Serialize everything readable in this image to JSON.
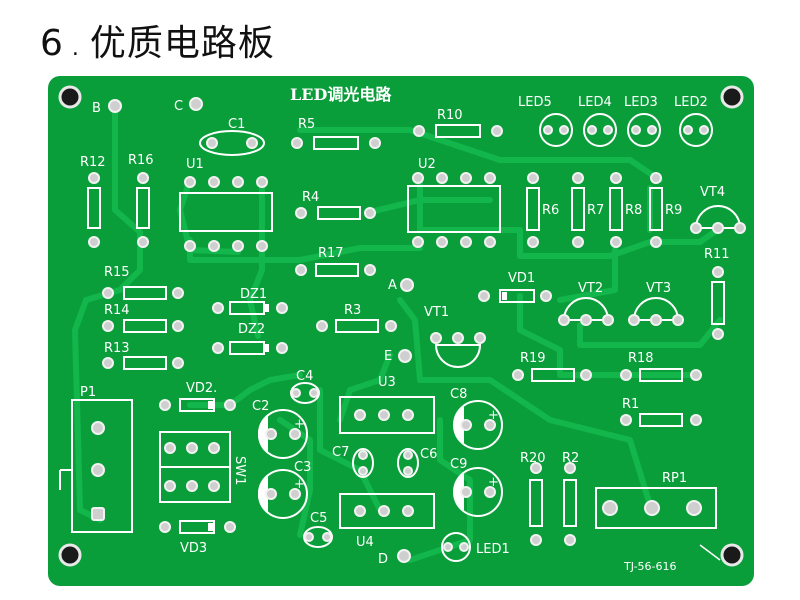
{
  "heading": {
    "number": "6",
    "separator": ".",
    "title": "优质电路板"
  },
  "board": {
    "title": "LED调光电路",
    "code": "TJ-56-616",
    "colors": {
      "board": "#0a9e3a",
      "trace": "#0fb548",
      "silk": "#ffffff",
      "pad": "#d9d9d9"
    },
    "labels": {
      "B": "B",
      "C": "C",
      "A": "A",
      "E": "E",
      "D": "D",
      "C1": "C1",
      "R5": "R5",
      "R10": "R10",
      "LED5": "LED5",
      "LED4": "LED4",
      "LED3": "LED3",
      "LED2": "LED2",
      "LED1": "LED1",
      "R12": "R12",
      "R16": "R16",
      "U1": "U1",
      "U2": "U2",
      "U3": "U3",
      "U4": "U4",
      "R4": "R4",
      "R6": "R6",
      "R7": "R7",
      "R8": "R8",
      "R9": "R9",
      "VT4": "VT4",
      "R17": "R17",
      "R15": "R15",
      "R11": "R11",
      "VD1": "VD1",
      "DZ1": "DZ1",
      "DZ2": "DZ2",
      "R14": "R14",
      "R3": "R3",
      "VT1": "VT1",
      "VT2": "VT2",
      "VT3": "VT3",
      "R13": "R13",
      "R19": "R19",
      "R18": "R18",
      "P1": "P1",
      "VD2": "VD2.",
      "C4": "C4",
      "C8": "C8",
      "R1": "R1",
      "C2": "C2",
      "SW1": "SW1",
      "C7": "C7",
      "C6": "C6",
      "C3": "C3",
      "C9": "C9",
      "R20": "R20",
      "R2": "R2",
      "RP1": "RP1",
      "C5": "C5",
      "VD3": "VD3"
    }
  }
}
